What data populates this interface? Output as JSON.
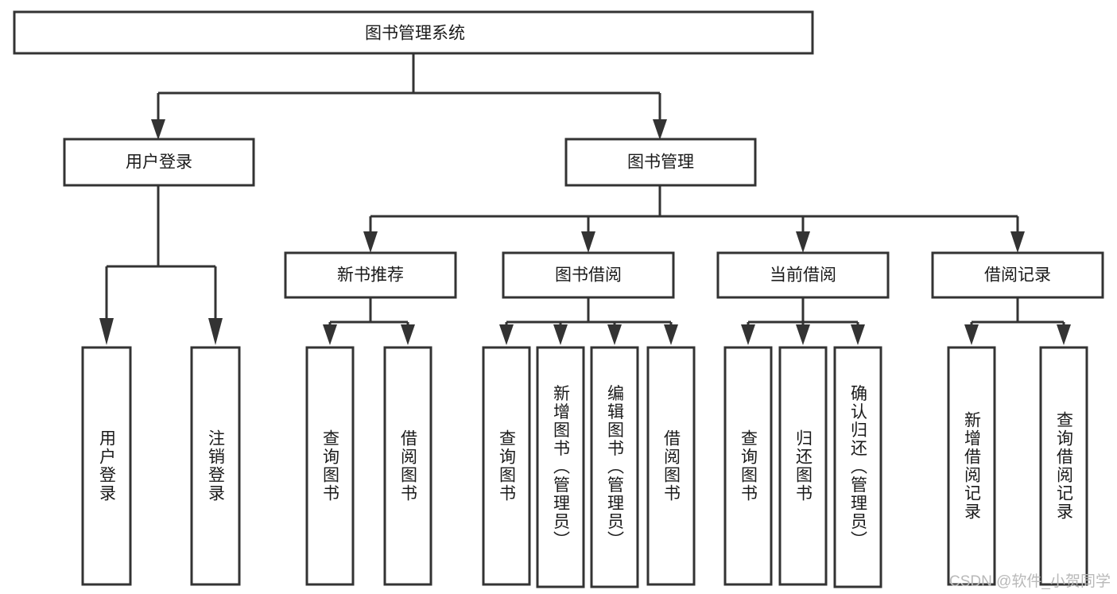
{
  "diagram": {
    "title": "图书管理系统",
    "type": "tree",
    "orientation": "top-down",
    "background_color": "#ffffff",
    "line_color": "#333333",
    "box_fill": "#ffffff",
    "text_color": "#1a1a1a"
  },
  "nodes": {
    "root": {
      "label": "图书管理系统",
      "level": 1,
      "orientation": "horizontal"
    },
    "l2": [
      {
        "id": "user-login",
        "label": "用户登录",
        "level": 2,
        "orientation": "horizontal"
      },
      {
        "id": "book-manage",
        "label": "图书管理",
        "level": 2,
        "orientation": "horizontal"
      }
    ],
    "l3": [
      {
        "id": "new-book-rec",
        "label": "新书推荐",
        "level": 3,
        "orientation": "horizontal",
        "parent": "book-manage"
      },
      {
        "id": "book-borrow",
        "label": "图书借阅",
        "level": 3,
        "orientation": "horizontal",
        "parent": "book-manage"
      },
      {
        "id": "current-borrow",
        "label": "当前借阅",
        "level": 3,
        "orientation": "horizontal",
        "parent": "book-manage"
      },
      {
        "id": "borrow-record",
        "label": "借阅记录",
        "level": 3,
        "orientation": "horizontal",
        "parent": "book-manage"
      }
    ],
    "leaves": {
      "user-login": [
        {
          "id": "leaf-user-login",
          "label": "用户登录",
          "orientation": "vertical"
        },
        {
          "id": "leaf-user-logout",
          "label": "注销登录",
          "orientation": "vertical"
        }
      ],
      "new-book-rec": [
        {
          "id": "leaf-query-book-1",
          "label": "查询图书",
          "orientation": "vertical"
        },
        {
          "id": "leaf-borrow-book-1",
          "label": "借阅图书",
          "orientation": "vertical"
        }
      ],
      "book-borrow": [
        {
          "id": "leaf-query-book-2",
          "label": "查询图书",
          "orientation": "vertical"
        },
        {
          "id": "leaf-add-book",
          "label": "新增图书（管理员）",
          "orientation": "vertical"
        },
        {
          "id": "leaf-edit-book",
          "label": "编辑图书（管理员）",
          "orientation": "vertical"
        },
        {
          "id": "leaf-borrow-book-2",
          "label": "借阅图书",
          "orientation": "vertical"
        }
      ],
      "current-borrow": [
        {
          "id": "leaf-query-book-3",
          "label": "查询图书",
          "orientation": "vertical"
        },
        {
          "id": "leaf-return-book",
          "label": "归还图书",
          "orientation": "vertical"
        },
        {
          "id": "leaf-confirm-return",
          "label": "确认归还（管理员）",
          "orientation": "vertical"
        }
      ],
      "borrow-record": [
        {
          "id": "leaf-add-record",
          "label": "新增借阅记录",
          "orientation": "vertical"
        },
        {
          "id": "leaf-query-record",
          "label": "查询借阅记录",
          "orientation": "vertical"
        }
      ]
    }
  },
  "watermark": {
    "text": "CSDN @软件_小贺同学",
    "color": "#b9b9b9"
  }
}
